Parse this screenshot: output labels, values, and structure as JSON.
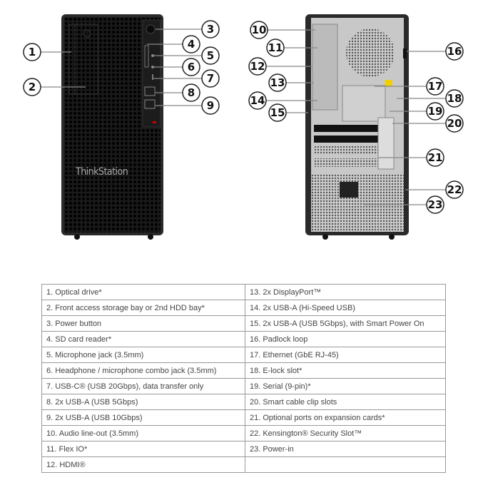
{
  "diagram": {
    "front_logo": "ThinkStation",
    "callouts": [
      "1",
      "2",
      "3",
      "4",
      "5",
      "6",
      "7",
      "8",
      "9",
      "10",
      "11",
      "12",
      "13",
      "14",
      "15",
      "16",
      "17",
      "18",
      "19",
      "20",
      "21",
      "22",
      "23"
    ]
  },
  "table": {
    "left": [
      "1.  Optical drive*",
      "2.  Front access storage bay or 2nd HDD bay*",
      "3.  Power button",
      "4.  SD card reader*",
      "5.  Microphone jack (3.5mm)",
      "6.  Headphone / microphone combo jack (3.5mm)",
      "7.  USB-C® (USB 20Gbps), data transfer only",
      "8.  2x USB-A (USB 5Gbps)",
      "9.  2x USB-A (USB 10Gbps)",
      "10. Audio line-out (3.5mm)",
      "11.  Flex IO*",
      "12. HDMI®"
    ],
    "right": [
      "13. 2x DisplayPort™",
      "14. 2x USB-A (Hi-Speed USB)",
      "15. 2x USB-A (USB 5Gbps), with Smart Power On",
      "16. Padlock loop",
      "17. Ethernet (GbE RJ-45)",
      "18. E-lock slot*",
      "19. Serial (9-pin)*",
      "20. Smart cable clip slots",
      "21. Optional ports on expansion cards*",
      "22. Kensington® Security Slot™",
      "23. Power-in",
      ""
    ]
  }
}
